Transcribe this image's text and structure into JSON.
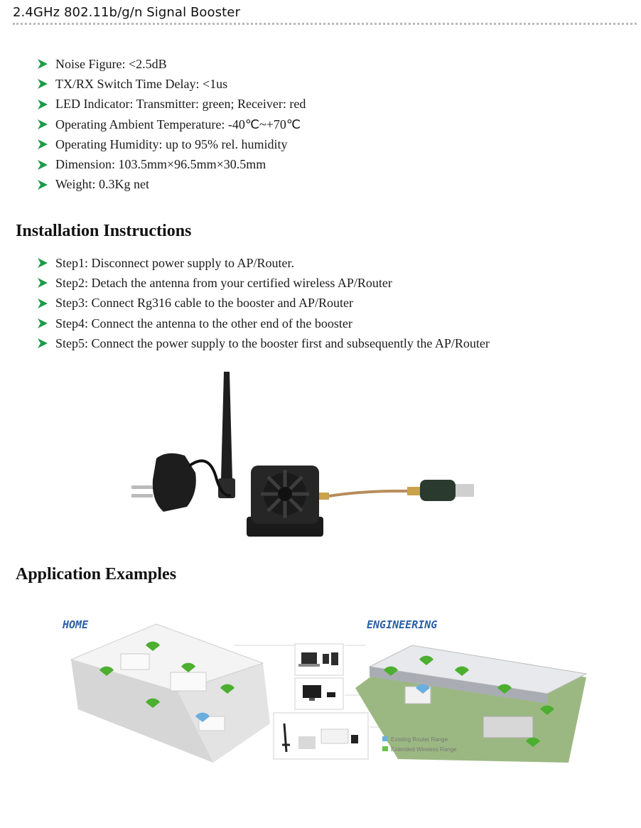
{
  "header": {
    "title": "2.4GHz 802.11b/g/n Signal Booster"
  },
  "specs": [
    "Noise Figure: <2.5dB",
    "TX/RX Switch Time Delay: <1us",
    "LED Indicator: Transmitter: green; Receiver: red",
    "Operating Ambient Temperature:  -40℃~+70℃",
    "Operating Humidity: up to 95% rel. humidity",
    "Dimension: 103.5mm×96.5mm×30.5mm",
    "Weight: 0.3Kg net"
  ],
  "installation": {
    "heading": "Installation  Instructions",
    "steps": [
      "Step1:  Disconnect power supply to AP/Router.",
      "Step2:  Detach the antenna from your certified wireless AP/Router",
      "Step3:  Connect Rg316 cable to the booster and AP/Router",
      "Step4:  Connect the antenna to the other end of the booster",
      "Step5:  Connect the power supply to the booster first and subsequently the AP/Router"
    ]
  },
  "application": {
    "heading": "Application Examples",
    "home_label": "HOME",
    "engineering_label": "ENGINEERING",
    "legend": {
      "existing": "Existing Router Range",
      "extended": "Extended Wireless Range",
      "existing_color": "#6aaee0",
      "extended_color": "#6cc04a"
    }
  },
  "colors": {
    "arrow": "#1f9a4a",
    "accent_blue": "#2d5fa8",
    "wifi_green": "#4caf2f"
  }
}
